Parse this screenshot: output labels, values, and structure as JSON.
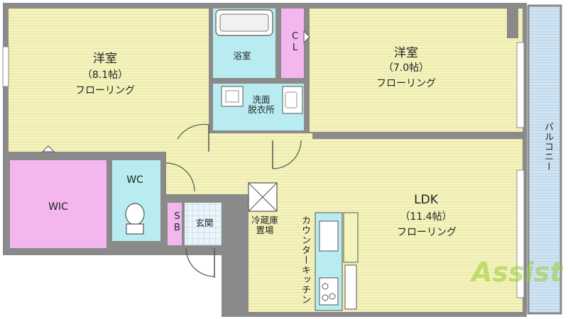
{
  "rooms": {
    "western_left": {
      "name": "洋室",
      "size": "（8.1帖）",
      "floor": "フローリング"
    },
    "western_right": {
      "name": "洋室",
      "size": "（7.0帖）",
      "floor": "フローリング"
    },
    "ldk": {
      "name": "LDK",
      "size": "（11.4帖）",
      "floor": "フローリング"
    },
    "bath": {
      "name": "浴室"
    },
    "closet": {
      "name": "CL"
    },
    "washroom": {
      "name": "洗面\n脱衣所"
    },
    "wc": {
      "name": "WC"
    },
    "wic": {
      "name": "WIC"
    },
    "shoe_box": {
      "name": "SB"
    },
    "entrance": {
      "name": "玄関"
    },
    "fridge": {
      "name": "冷蔵庫\n置場"
    },
    "kitchen": {
      "name": "カウンターキッチン"
    },
    "balcony": {
      "name": "バルコニー"
    }
  },
  "logo": {
    "text": "Assist"
  },
  "colors": {
    "wall": "#8a8a8a",
    "western": "#f5f3bd",
    "wet": "#b8ecf0",
    "closet": "#f3b6ef",
    "balcony": "#c9dff0",
    "floor_line": "#e4e29d"
  }
}
